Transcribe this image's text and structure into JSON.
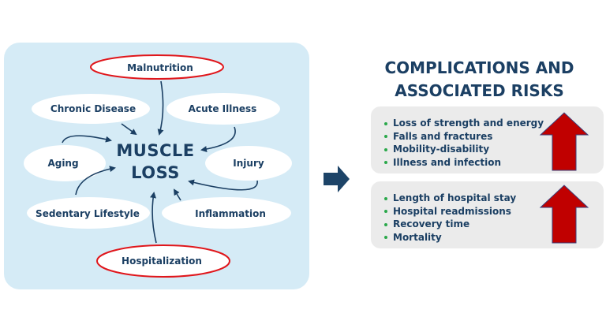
{
  "diagram": {
    "center": {
      "line1": "MUSCLE",
      "line2": "LOSS"
    },
    "causes": [
      {
        "label": "Malnutrition",
        "highlighted": true
      },
      {
        "label": "Chronic Disease",
        "highlighted": false
      },
      {
        "label": "Acute Illness",
        "highlighted": false
      },
      {
        "label": "Aging",
        "highlighted": false
      },
      {
        "label": "Injury",
        "highlighted": false
      },
      {
        "label": "Sedentary Lifestyle",
        "highlighted": false
      },
      {
        "label": "Inflammation",
        "highlighted": false
      },
      {
        "label": "Hospitalization",
        "highlighted": true
      }
    ]
  },
  "right": {
    "title_line1": "COMPLICATIONS AND",
    "title_line2": "ASSOCIATED RISKS",
    "groups": [
      {
        "items": [
          "Loss of strength and energy",
          "Falls and fractures",
          "Mobility-disability",
          "Illness and infection"
        ],
        "trend": "increase"
      },
      {
        "items": [
          "Length of hospital stay",
          "Hospital readmissions",
          "Recovery time",
          "Mortality"
        ],
        "trend": "increase"
      }
    ]
  },
  "colors": {
    "navy": "#1b3f63",
    "panel": "#d5ebf6",
    "highlight_border": "#e0161b",
    "arrow_red": "#c00000",
    "bullet": "#2aa84a"
  }
}
